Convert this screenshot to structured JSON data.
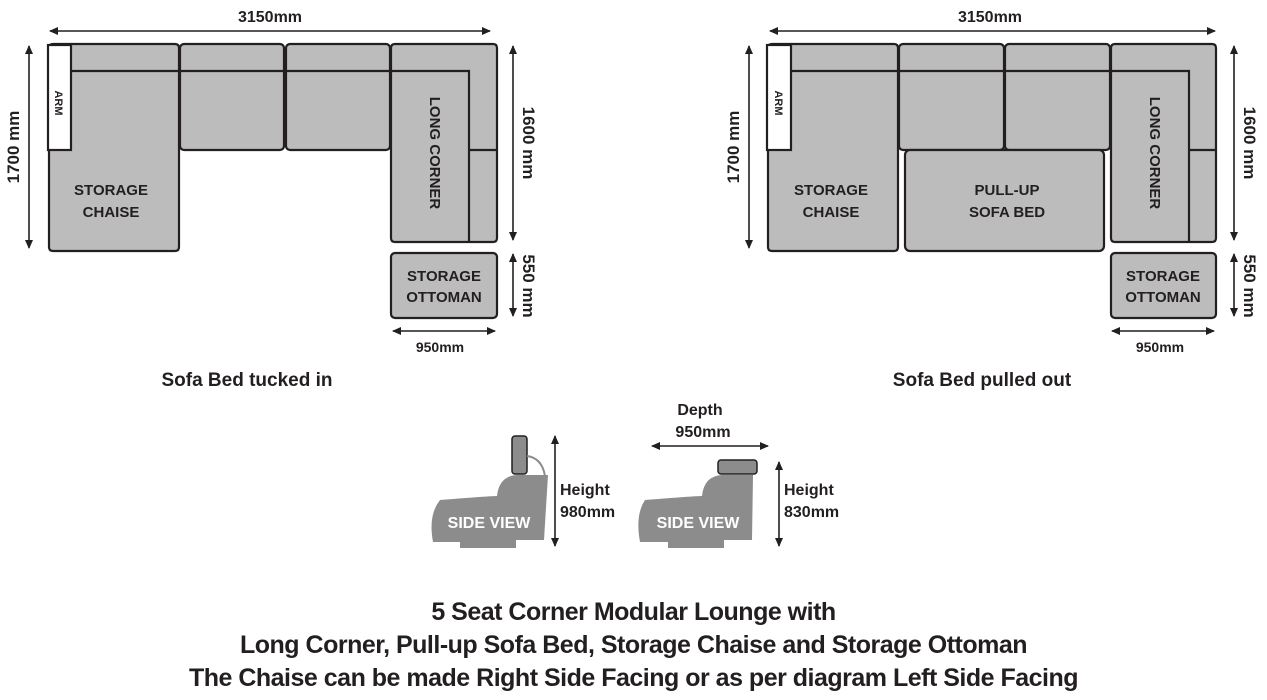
{
  "diagrams": [
    {
      "caption": "Sofa Bed tucked in",
      "width_label": "3150mm",
      "left_height_label": "1700 mm",
      "right_height_label": "1600 mm",
      "ottoman_height_label": "550 mm",
      "ottoman_width_label": "950mm",
      "modules": {
        "arm": "ARM",
        "chaise": [
          "STORAGE",
          "CHAISE"
        ],
        "corner": "LONG CORNER",
        "ottoman": [
          "STORAGE",
          "OTTOMAN"
        ]
      }
    },
    {
      "caption": "Sofa Bed pulled out",
      "width_label": "3150mm",
      "left_height_label": "1700 mm",
      "right_height_label": "1600 mm",
      "ottoman_height_label": "550 mm",
      "ottoman_width_label": "950mm",
      "modules": {
        "arm": "ARM",
        "chaise": [
          "STORAGE",
          "CHAISE"
        ],
        "sofabed": [
          "PULL-UP",
          "SOFA BED"
        ],
        "corner": "LONG CORNER",
        "ottoman": [
          "STORAGE",
          "OTTOMAN"
        ]
      }
    }
  ],
  "side_views": [
    {
      "label": "SIDE VIEW",
      "height_title": "Height",
      "height_value": "980mm"
    },
    {
      "label": "SIDE VIEW",
      "height_title": "Height",
      "height_value": "830mm",
      "depth_title": "Depth",
      "depth_value": "950mm"
    }
  ],
  "title_lines": [
    "5 Seat Corner Modular Lounge with",
    "Long Corner, Pull-up Sofa Bed, Storage Chaise and Storage Ottoman",
    "The Chaise can be made Right Side Facing or as per diagram Left Side Facing"
  ],
  "colors": {
    "module_fill": "#bcbcbc",
    "outline": "#231f20",
    "side_view_fill": "#8c8c8c"
  }
}
